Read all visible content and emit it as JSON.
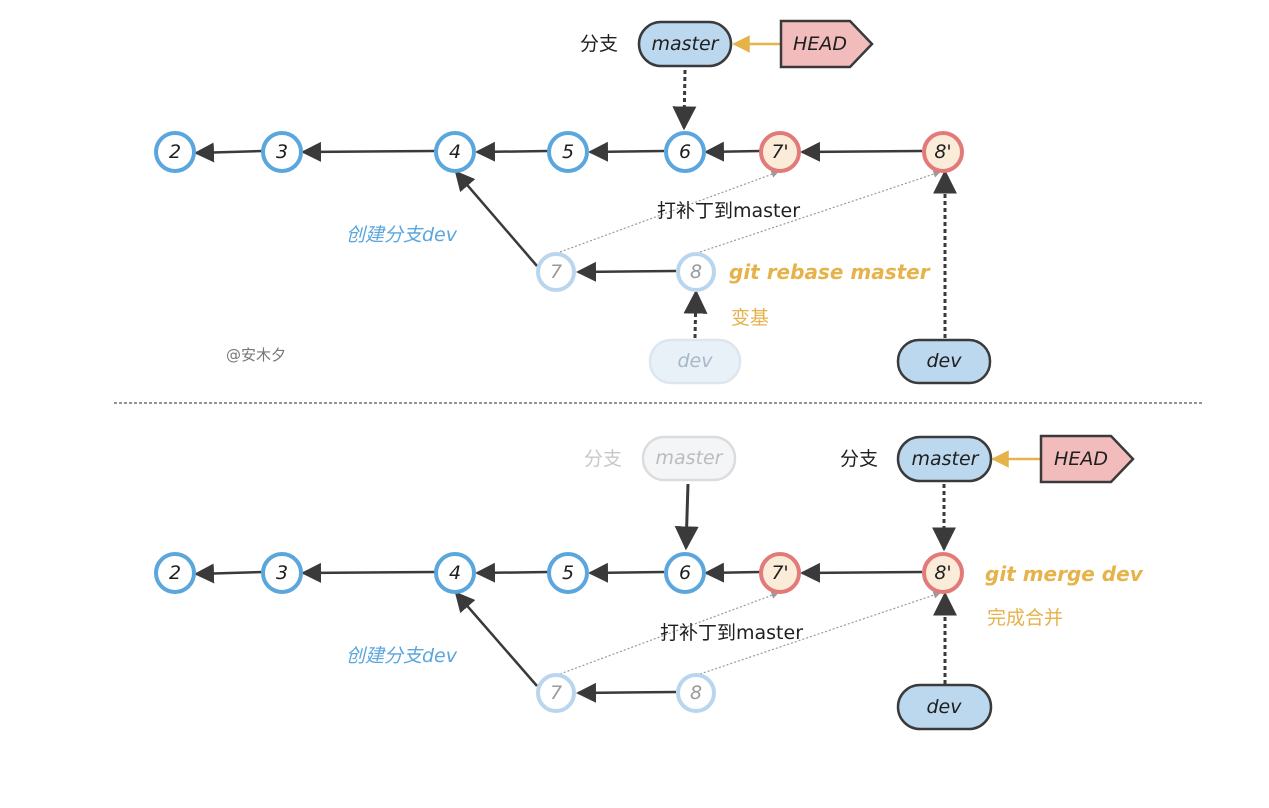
{
  "colors": {
    "blue": "#5aa6dd",
    "red": "#e27a7a",
    "yellow": "#e6b24a",
    "pill_blue": "#bcd8ef",
    "pill_pink": "#f2bcbc",
    "faded_fill": "#e9f1f8",
    "faded_stroke": "#b9d6ee",
    "node_fill_new": "#fbecd9",
    "dark": "#3a3a3a"
  },
  "top": {
    "branch_label": "分支",
    "master_label": "master",
    "head_label": "HEAD",
    "commits": [
      "2",
      "3",
      "4",
      "5",
      "6",
      "7'",
      "8'"
    ],
    "old_commits": [
      "7",
      "8"
    ],
    "create_branch_note": "创建分支dev",
    "patch_note": "打补丁到master",
    "command": "git rebase master",
    "command_note": "变基",
    "old_dev_label": "dev",
    "dev_label": "dev",
    "watermark": "@安木夕"
  },
  "bottom": {
    "old_branch_label": "分支",
    "old_master_label": "master",
    "branch_label": "分支",
    "master_label": "master",
    "head_label": "HEAD",
    "commits": [
      "2",
      "3",
      "4",
      "5",
      "6",
      "7'",
      "8'"
    ],
    "old_commits": [
      "7",
      "8"
    ],
    "create_branch_note": "创建分支dev",
    "patch_note": "打补丁到master",
    "command": "git merge dev",
    "command_note": "完成合并",
    "dev_label": "dev"
  }
}
